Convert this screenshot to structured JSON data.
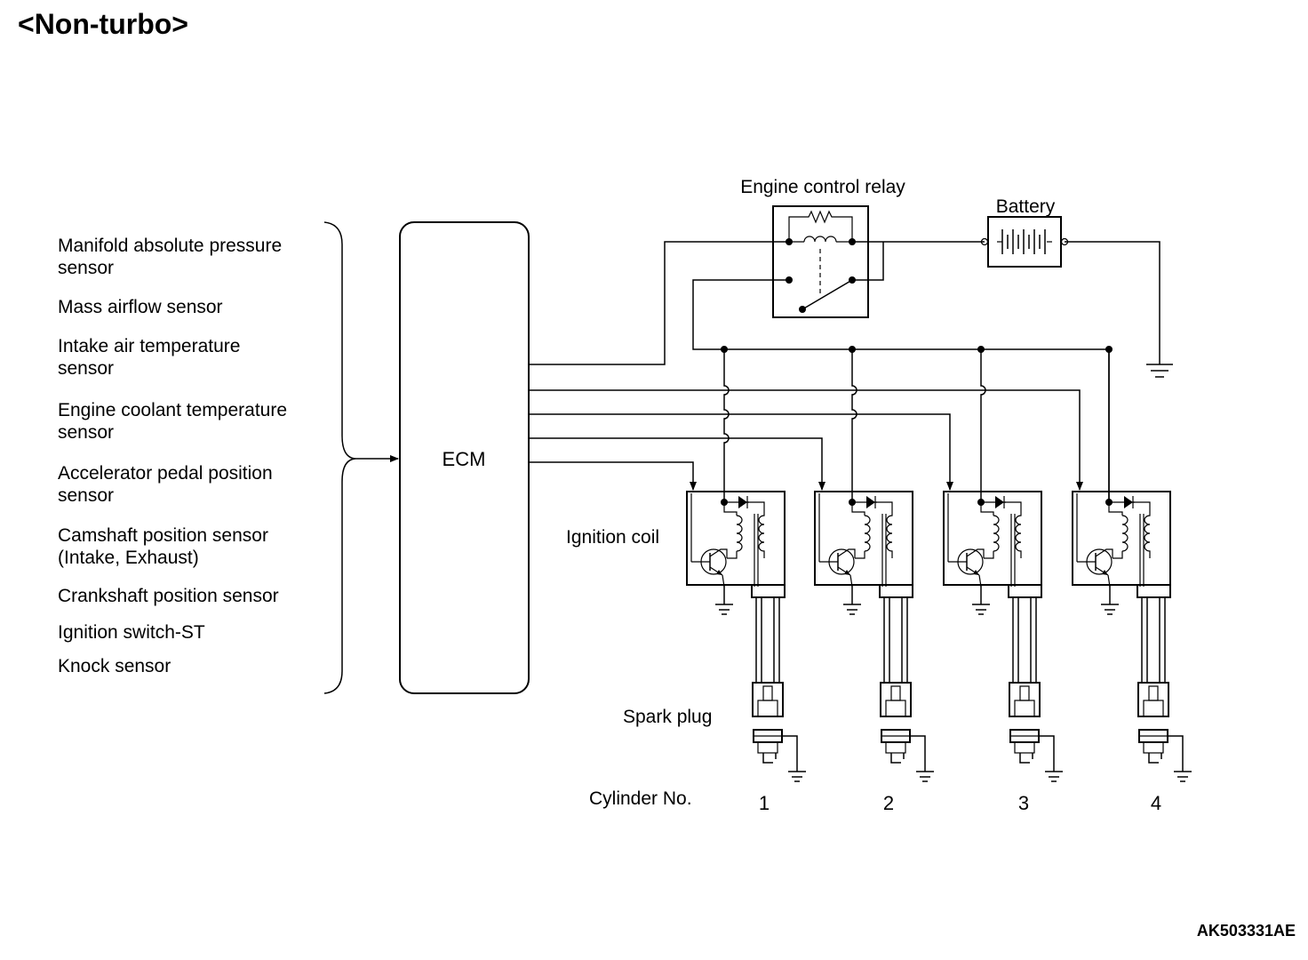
{
  "title": "<Non-turbo>",
  "reference_code": "AK503331AE",
  "sensors": [
    [
      "Manifold absolute pressure",
      "sensor"
    ],
    [
      "Mass airflow sensor"
    ],
    [
      "Intake air temperature",
      "sensor"
    ],
    [
      "Engine coolant temperature",
      "sensor"
    ],
    [
      "Accelerator pedal position",
      "sensor"
    ],
    [
      "Camshaft position sensor",
      "(Intake, Exhaust)"
    ],
    [
      "Crankshaft position sensor"
    ],
    [
      "Ignition switch-ST"
    ],
    [
      "Knock sensor"
    ]
  ],
  "ecm_label": "ECM",
  "relay_label": "Engine control relay",
  "battery_label": "Battery",
  "ignition_coil_label": "Ignition coil",
  "spark_plug_label": "Spark plug",
  "cylinder_label": "Cylinder No.",
  "cylinders": [
    "1",
    "2",
    "3",
    "4"
  ]
}
